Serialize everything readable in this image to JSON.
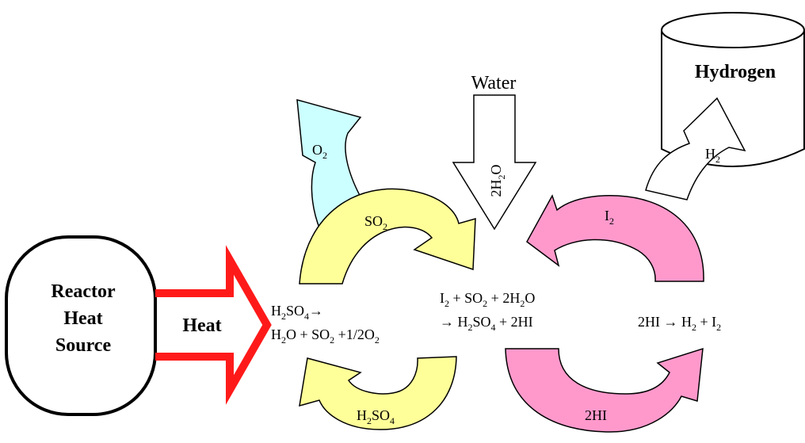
{
  "colors": {
    "heat_arrow": "#ff1a1a",
    "oxygen_arrow": "#ccffff",
    "sulfur_arrows": "#ffff99",
    "iodine_arrows": "#ff99cc",
    "water_arrow": "#ffffff",
    "hydrogen_arrow": "#ffffff",
    "outline": "#000000"
  },
  "reactor": {
    "line1": "Reactor",
    "line2": "Heat",
    "line3": "Source"
  },
  "heat": {
    "label": "Heat"
  },
  "water": {
    "label": "Water",
    "molecule": {
      "coef": "2H",
      "sub": "2",
      "tail": "O"
    }
  },
  "storage": {
    "label": "Hydrogen"
  },
  "flows": {
    "o2": {
      "base": "O",
      "sub": "2"
    },
    "so2": {
      "base": "SO",
      "sub": "2"
    },
    "h2so4": {
      "p1": "H",
      "s1": "2",
      "p2": "SO",
      "s2": "4"
    },
    "i2": {
      "base": "I",
      "sub": "2"
    },
    "hi": {
      "label": "2HI"
    },
    "h2": {
      "base": "H",
      "sub": "2"
    }
  },
  "reactions": {
    "decomposition": {
      "l1": {
        "a": "H",
        "as": "2",
        "b": "SO",
        "bs": "4",
        "arrow": "→"
      },
      "l2": {
        "a": "H",
        "as": "2",
        "b": "O + SO",
        "bs": "2",
        "c": " +1/2O",
        "cs": "2"
      }
    },
    "bunsen": {
      "l1": {
        "a": "I",
        "as": "2",
        "b": " + SO",
        "bs": "2",
        "c": " + 2H",
        "cs": "2",
        "d": "O"
      },
      "l2": {
        "a": "→ H",
        "as": "2",
        "b": "SO",
        "bs": "4",
        "c": " + 2HI"
      }
    },
    "hi_decomposition": {
      "a": "2HI → H",
      "as": "2",
      "b": " + I",
      "bs": "2"
    }
  }
}
